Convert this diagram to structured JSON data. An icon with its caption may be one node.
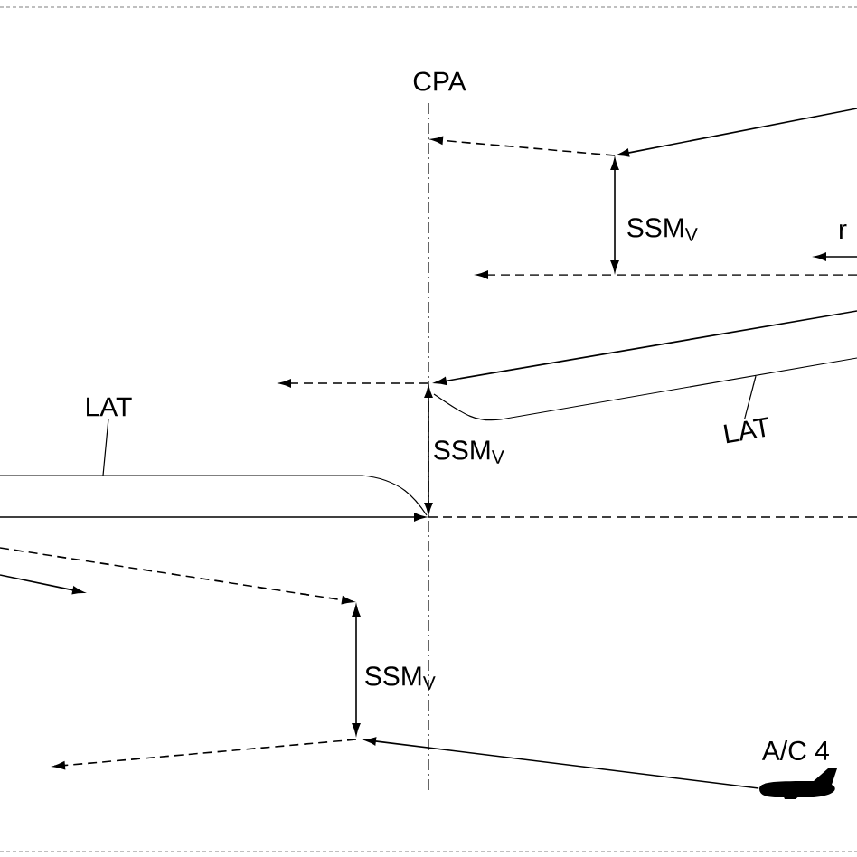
{
  "diagram": {
    "nodes": [
      {
        "text": [
          "LAT"
        ]
      },
      {
        "text": [
          "LAT"
        ]
      },
      {
        "text": [],
        "shape": "picture",
        "beside": [
          "A/C 4"
        ]
      }
    ],
    "edges": [
      {
        "from": 0,
        "to": null,
        "arrow": "none"
      },
      {
        "from": 1,
        "to": null,
        "arrow": "none"
      },
      {
        "from": 2,
        "to": null,
        "arrow": "to"
      }
    ],
    "labels": [
      "CPA",
      "SSM$_{V}$",
      "r",
      "SSM$_{V}$",
      "SSM$_{V}$"
    ]
  }
}
